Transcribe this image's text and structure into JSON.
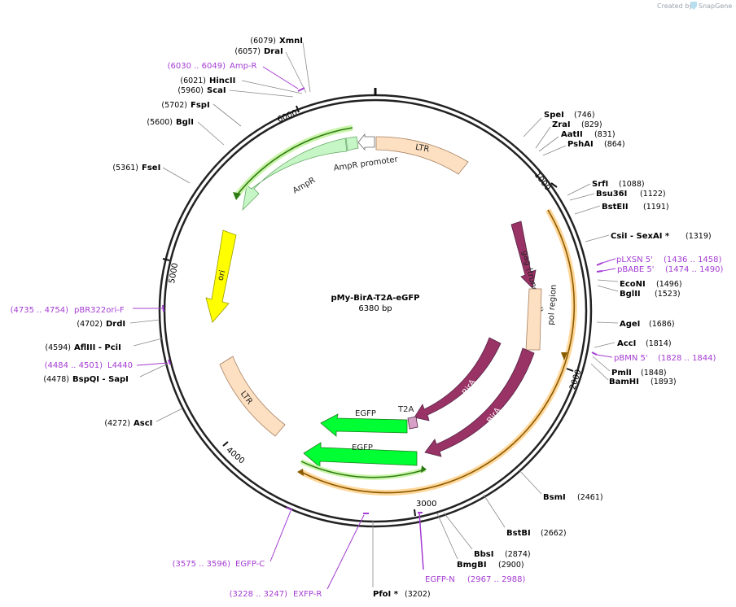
{
  "brand": {
    "created_by": "Created by",
    "app": "SnapGene"
  },
  "plasmid": {
    "name": "pMy-BirA-T2A-eGFP",
    "size": "6380 bp"
  },
  "ticks": [
    "1000",
    "2000",
    "3000",
    "4000",
    "5000",
    "6000"
  ],
  "features": {
    "ltr1": "LTR",
    "ampr_promoter": "AmpR promoter",
    "ampr": "AmpR",
    "ori": "ori",
    "gag": "gag (truncated)",
    "pol": "pol region",
    "bira_inner": "BirA",
    "bira_outer": "BirA",
    "t2a": "T2A",
    "egfp_inner": "EGFP",
    "egfp_outer": "EGFP",
    "ltr2": "LTR"
  },
  "sites": [
    {
      "pos": "(6079)",
      "name": "XmnI"
    },
    {
      "pos": "(6057)",
      "name": "DraI"
    },
    {
      "pos": "(6021)",
      "name": "HincII"
    },
    {
      "pos": "(5960)",
      "name": "ScaI"
    },
    {
      "pos": "(5702)",
      "name": "FspI"
    },
    {
      "pos": "(5600)",
      "name": "BglI"
    },
    {
      "pos": "(5361)",
      "name": "FseI"
    },
    {
      "pos": "(4702)",
      "name": "DrdI"
    },
    {
      "pos": "(4594)",
      "name": "AflIII - PciI"
    },
    {
      "pos": "(4478)",
      "name": "BspQI - SapI"
    },
    {
      "pos": "(4272)",
      "name": "AscI"
    },
    {
      "name": "SpeI",
      "pos": "(746)"
    },
    {
      "name": "ZraI",
      "pos": "(829)"
    },
    {
      "name": "AatII",
      "pos": "(831)"
    },
    {
      "name": "PshAI",
      "pos": "(864)"
    },
    {
      "name": "SrfI",
      "pos": "(1088)"
    },
    {
      "name": "Bsu36I",
      "pos": "(1122)"
    },
    {
      "name": "BstEII",
      "pos": "(1191)"
    },
    {
      "name": "CsiI - SexAI *",
      "pos": "(1319)"
    },
    {
      "name": "EcoNI",
      "pos": "(1496)"
    },
    {
      "name": "BglII",
      "pos": "(1523)"
    },
    {
      "name": "AgeI",
      "pos": "(1686)"
    },
    {
      "name": "AccI",
      "pos": "(1814)"
    },
    {
      "name": "PmlI",
      "pos": "(1848)"
    },
    {
      "name": "BamHI",
      "pos": "(1893)"
    },
    {
      "name": "BsmI",
      "pos": "(2461)"
    },
    {
      "name": "BstBI",
      "pos": "(2662)"
    },
    {
      "name": "BbsI",
      "pos": "(2874)"
    },
    {
      "name": "BmgBI",
      "pos": "(2900)"
    },
    {
      "name": "PfoI *",
      "pos": "(3202)"
    }
  ],
  "primers": [
    {
      "range": "(6030 .. 6049)",
      "name": "Amp-R"
    },
    {
      "range": "(4735 .. 4754)",
      "name": "pBR322ori-F"
    },
    {
      "range": "(4484 .. 4501)",
      "name": "L4440"
    },
    {
      "range": "(3575 .. 3596)",
      "name": "EGFP-C"
    },
    {
      "range": "(3228 .. 3247)",
      "name": "EXFP-R"
    },
    {
      "name": "EGFP-N",
      "range": "(2967 .. 2988)"
    },
    {
      "name": "pLXSN 5'",
      "range": "(1436 .. 1458)"
    },
    {
      "name": "pBABE 5'",
      "range": "(1474 .. 1490)"
    },
    {
      "name": "pBMN 5'",
      "range": "(1828 .. 1844)"
    }
  ],
  "colors": {
    "primer": "#a43cd2",
    "ltr": "#fde0c2",
    "ampr": "#c6f5c6",
    "ori": "#ffff00",
    "protein": "#993366",
    "egfp": "#00ff33"
  }
}
